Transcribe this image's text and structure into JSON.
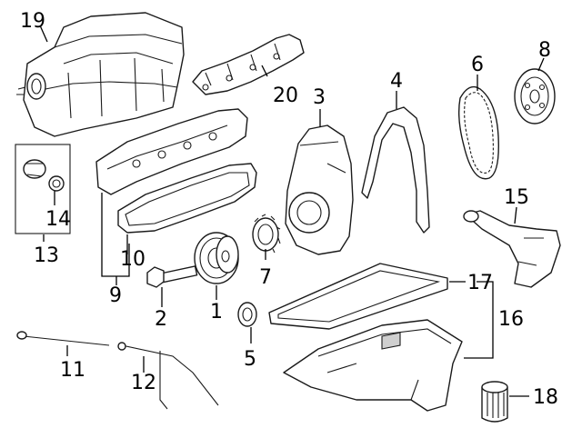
{
  "diagram": {
    "background": "#ffffff",
    "line_color": "#1a1a1a",
    "callouts": [
      {
        "id": "c1",
        "label": "1"
      },
      {
        "id": "c2",
        "label": "2"
      },
      {
        "id": "c3",
        "label": "3"
      },
      {
        "id": "c4",
        "label": "4"
      },
      {
        "id": "c5",
        "label": "5"
      },
      {
        "id": "c6",
        "label": "6"
      },
      {
        "id": "c7",
        "label": "7"
      },
      {
        "id": "c8",
        "label": "8"
      },
      {
        "id": "c9",
        "label": "9"
      },
      {
        "id": "c10",
        "label": "10"
      },
      {
        "id": "c11",
        "label": "11"
      },
      {
        "id": "c12",
        "label": "12"
      },
      {
        "id": "c13",
        "label": "13"
      },
      {
        "id": "c14",
        "label": "14"
      },
      {
        "id": "c15",
        "label": "15"
      },
      {
        "id": "c16",
        "label": "16"
      },
      {
        "id": "c17",
        "label": "17"
      },
      {
        "id": "c18",
        "label": "18"
      },
      {
        "id": "c19",
        "label": "19"
      },
      {
        "id": "c20",
        "label": "20"
      }
    ]
  }
}
